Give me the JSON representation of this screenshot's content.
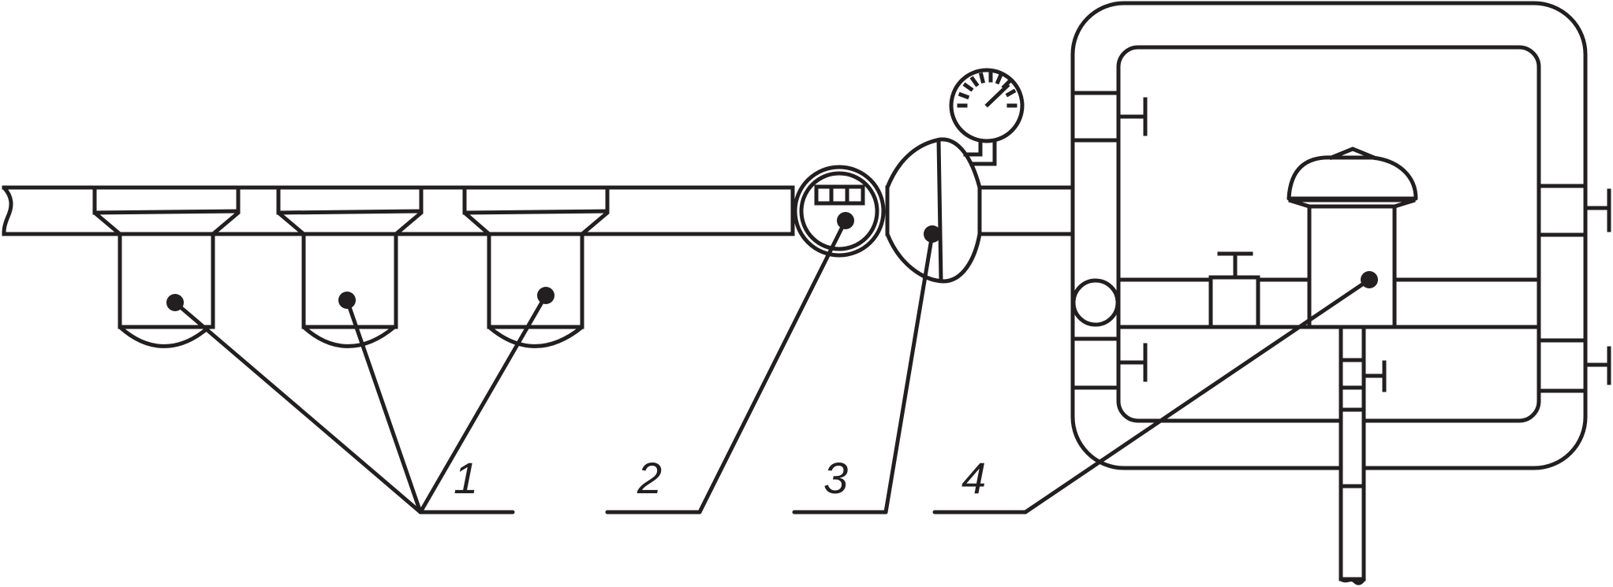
{
  "labels": {
    "label_1": "1",
    "label_2": "2",
    "label_3": "3",
    "label_4": "4"
  },
  "colors": {
    "stroke": "#231f20",
    "background": "#ffffff"
  }
}
